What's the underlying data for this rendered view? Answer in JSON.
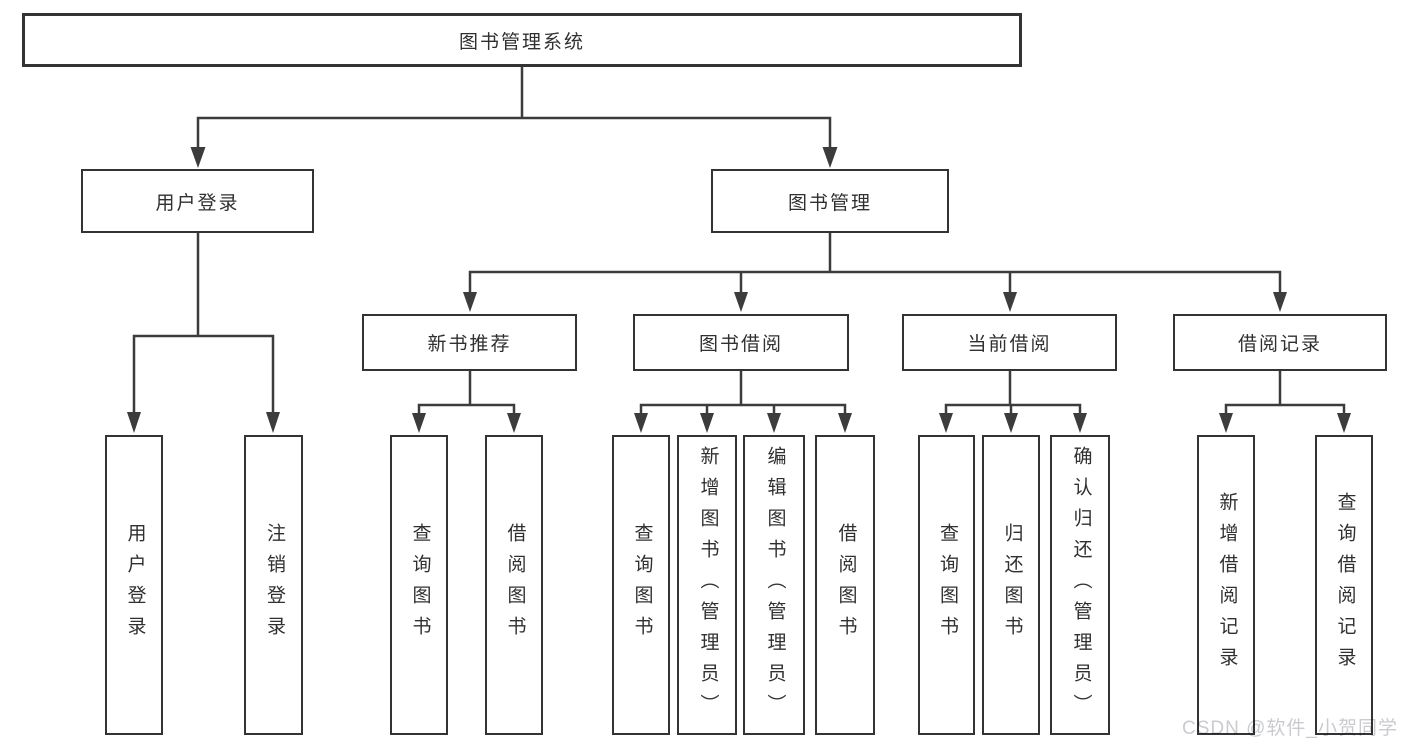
{
  "colors": {
    "line": "#3c3c3c",
    "border": "#333333",
    "text": "#303030",
    "watermark": "#c9cbd0",
    "background": "#ffffff"
  },
  "watermark": "CSDN @软件_小贺同学",
  "tree": {
    "root": "图书管理系统",
    "user_branch": {
      "label": "用户登录",
      "children": [
        "用户登录",
        "注销登录"
      ]
    },
    "book_branch": {
      "label": "图书管理",
      "groups": [
        {
          "label": "新书推荐",
          "children": [
            "查询图书",
            "借阅图书"
          ]
        },
        {
          "label": "图书借阅",
          "children": [
            "查询图书",
            "新增图书（管理员）",
            "编辑图书（管理员）",
            "借阅图书"
          ]
        },
        {
          "label": "当前借阅",
          "children": [
            "查询图书",
            "归还图书",
            "确认归还（管理员）"
          ]
        },
        {
          "label": "借阅记录",
          "children": [
            "新增借阅记录",
            "查询借阅记录"
          ]
        }
      ]
    }
  }
}
